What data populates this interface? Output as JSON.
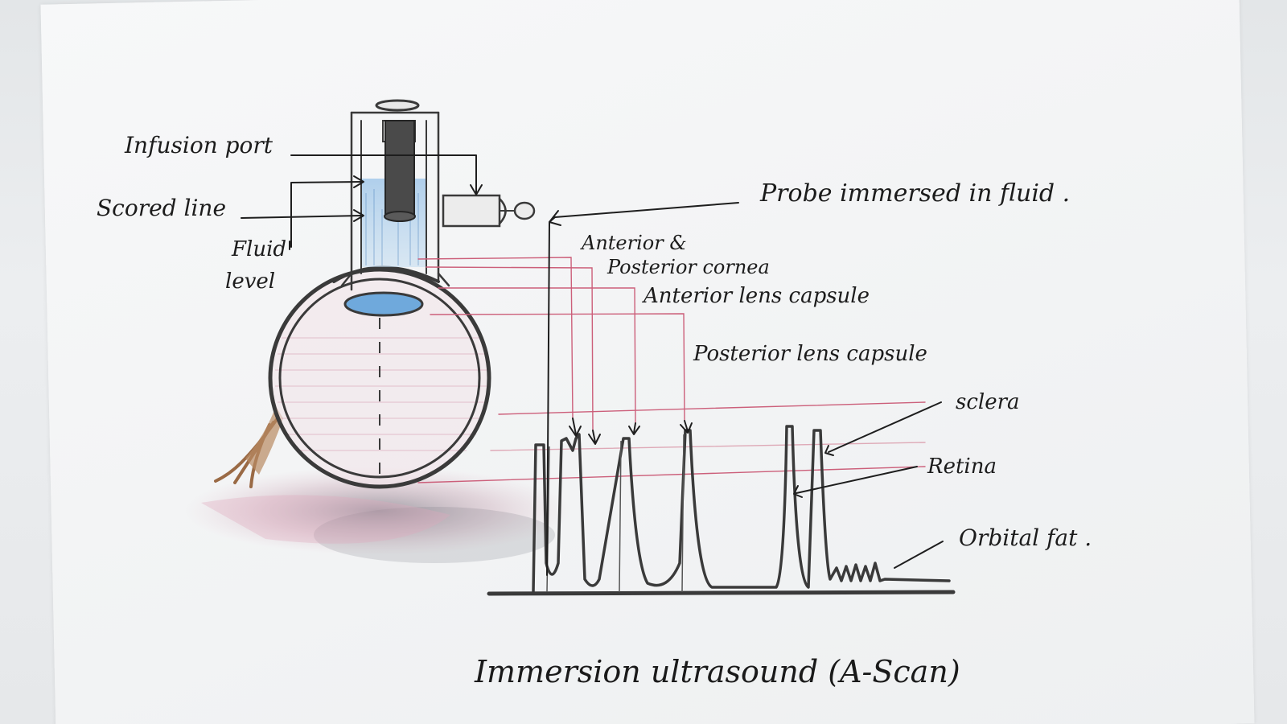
{
  "labels": {
    "infusion_port": "Infusion port",
    "scored_line": "Scored line",
    "fluid_level_line1": "Fluid",
    "fluid_level_line2": "level",
    "probe_immersed": "Probe immersed in fluid .",
    "anterior_posterior_cornea_line1": "Anterior &",
    "anterior_posterior_cornea_line2": "Posterior cornea",
    "anterior_lens_capsule": "Anterior lens capsule",
    "posterior_lens_capsule": "Posterior lens capsule",
    "sclera": "sclera",
    "retina": "Retina",
    "orbital_fat": "Orbital fat ."
  },
  "title": "Immersion ultrasound (A-Scan)",
  "colors": {
    "pencil": "#3a3a3a",
    "ink": "#1e1e1e",
    "fluid_blue": "#7fb3e0",
    "red_pencil": "#cc5f7a",
    "paper": "#f4f5f6"
  }
}
